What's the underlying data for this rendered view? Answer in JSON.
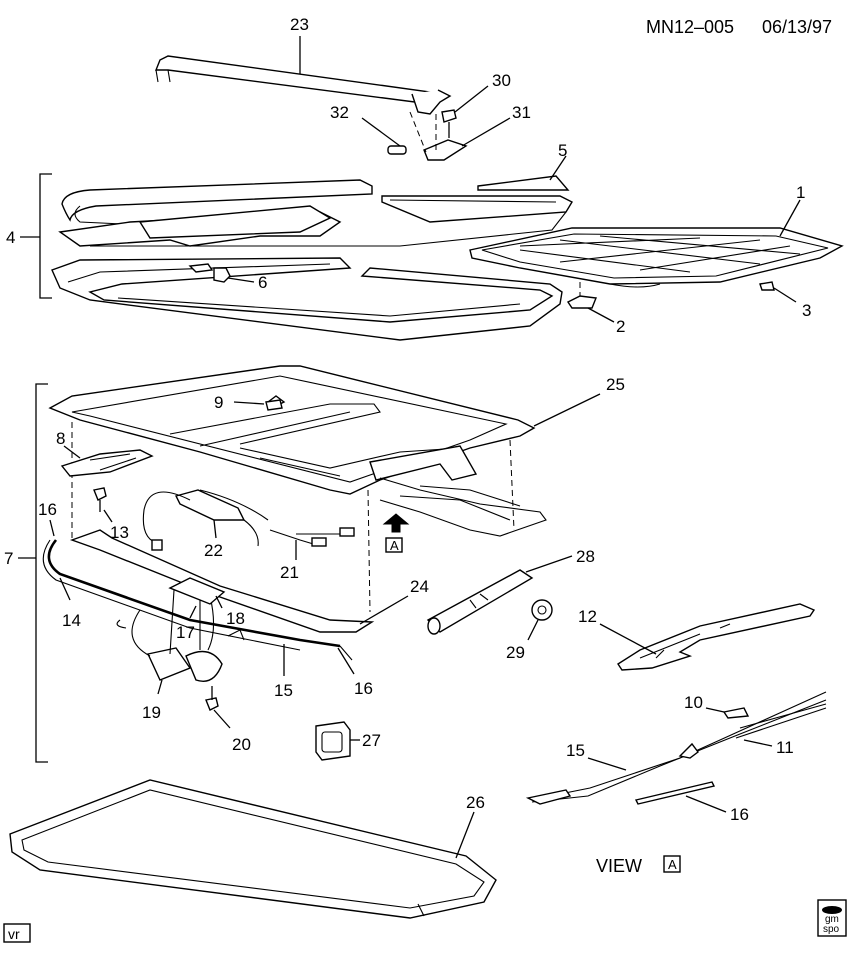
{
  "header": {
    "code": "MN12–005",
    "date": "06/13/97"
  },
  "view_label": {
    "text": "VIEW",
    "letter": "A"
  },
  "corner_tag": {
    "text": "vr"
  },
  "logo": {
    "line1": "gm",
    "line2": "spo"
  },
  "arrow_tag": {
    "letter": "A"
  },
  "callouts": {
    "p1": "1",
    "p2": "2",
    "p3": "3",
    "p4": "4",
    "p5": "5",
    "p6": "6",
    "p7": "7",
    "p8": "8",
    "p9": "9",
    "p10": "10",
    "p11": "11",
    "p12": "12",
    "p13": "13",
    "p14": "14",
    "p15a": "15",
    "p15b": "15",
    "p16a": "16",
    "p16b": "16",
    "p16c": "16",
    "p17": "17",
    "p18": "18",
    "p19": "19",
    "p20": "20",
    "p21": "21",
    "p22": "22",
    "p23": "23",
    "p24": "24",
    "p25": "25",
    "p26": "26",
    "p27": "27",
    "p28": "28",
    "p29": "29",
    "p30": "30",
    "p31": "31",
    "p32": "32"
  }
}
